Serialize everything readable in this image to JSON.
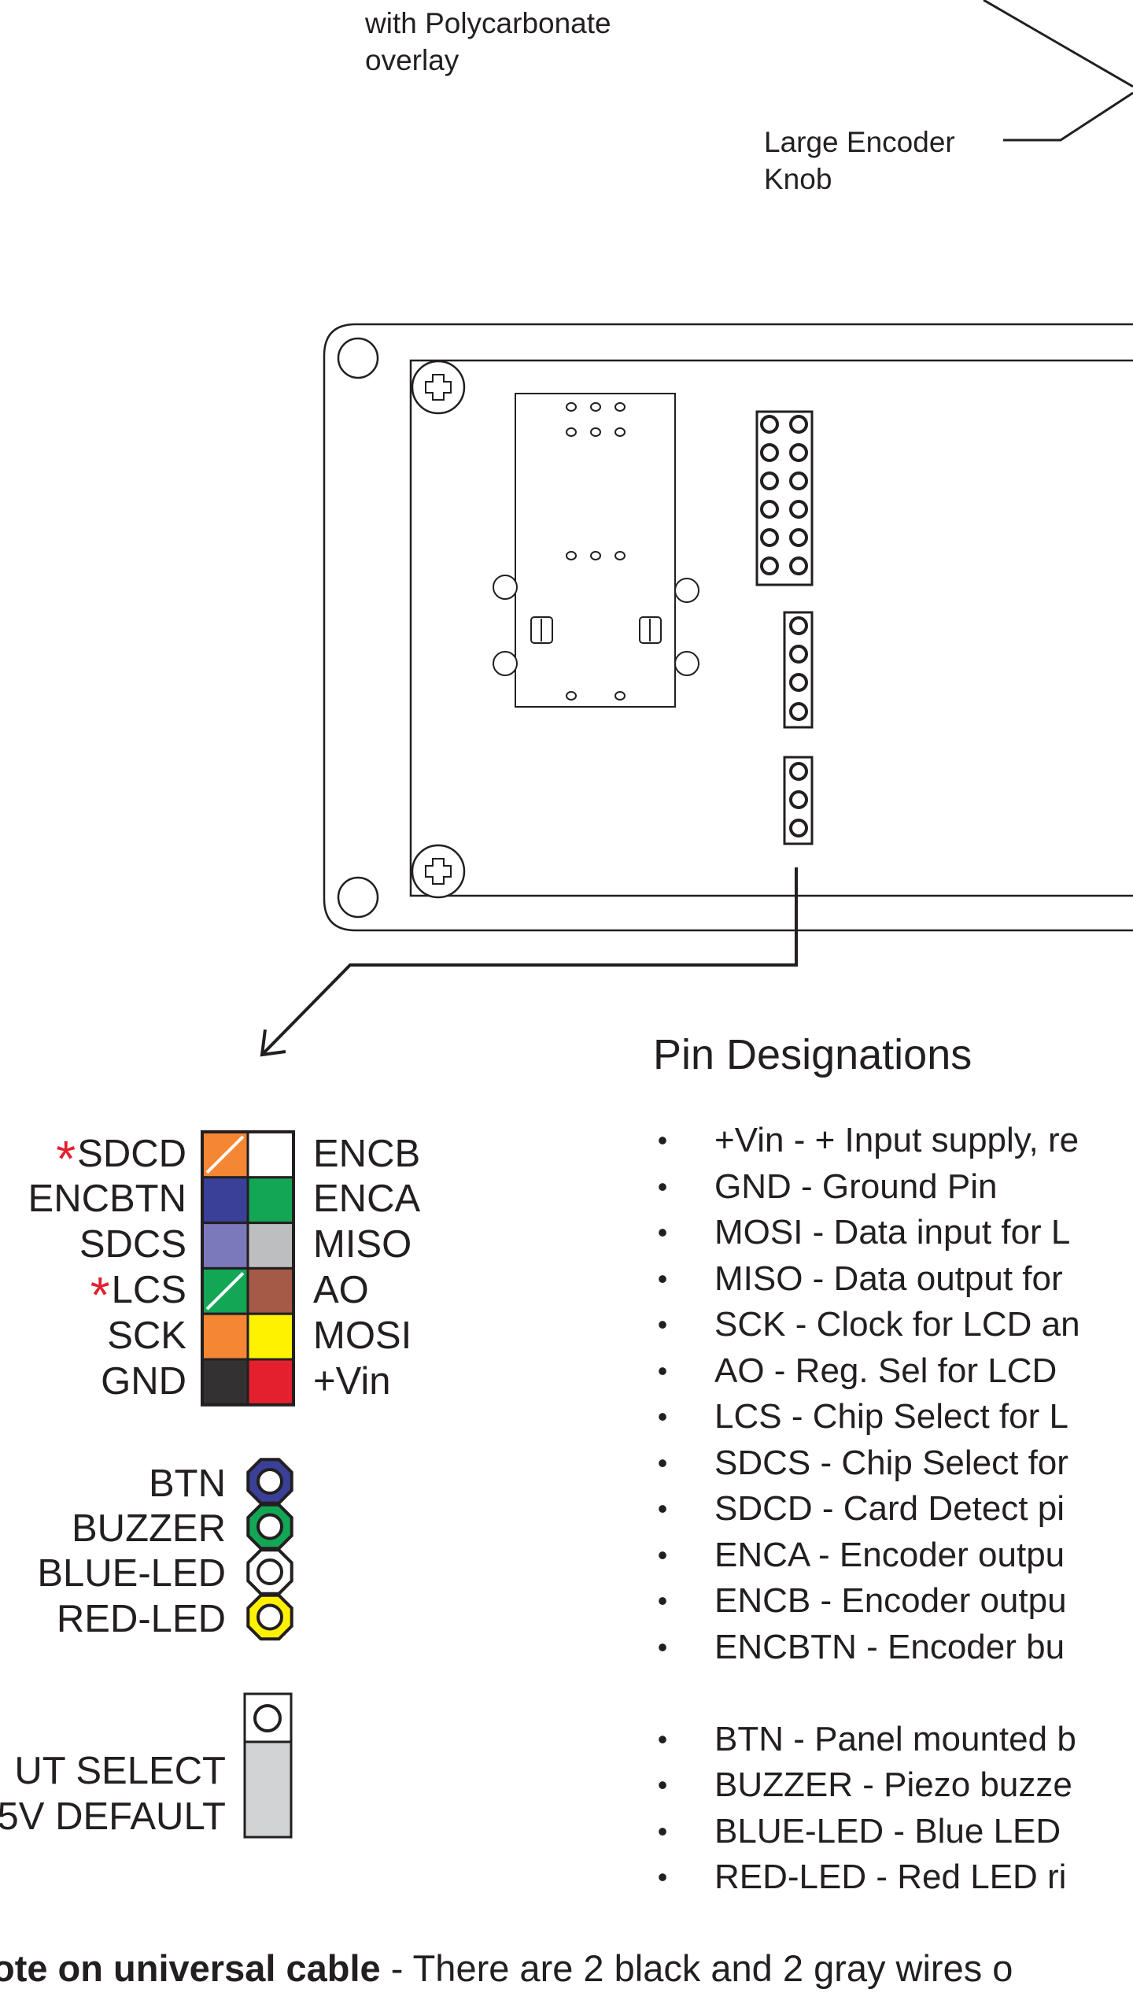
{
  "callouts": {
    "overlay_line1": "with Polycarbonate",
    "overlay_line2": "overlay",
    "knob_line1": "Large Encoder",
    "knob_line2": "Knob"
  },
  "header_pins": {
    "left": [
      "SDCD",
      "ENCBTN",
      "SDCS",
      "LCS",
      "SCK",
      "GND"
    ],
    "right": [
      "ENCB",
      "ENCA",
      "MISO",
      "AO",
      "MOSI",
      "+Vin"
    ],
    "starred": [
      "SDCD",
      "LCS"
    ],
    "star_symbol": "*",
    "colors": {
      "left": [
        "#f58634",
        "#3a3f97",
        "#7b78bb",
        "#13a655",
        "#f58634",
        "#333132"
      ],
      "right": [
        "#ffffff",
        "#13a655",
        "#bcbec0",
        "#a45a46",
        "#fff200",
        "#e5202e"
      ]
    }
  },
  "aux_pins": {
    "labels": [
      "BTN",
      "BUZZER",
      "BLUE-LED",
      "RED-LED"
    ],
    "colors": [
      "#3a3f97",
      "#13a655",
      "#ffffff",
      "#fff200"
    ]
  },
  "jumper": {
    "line1": "UT SELECT",
    "line2": "5V DEFAULT"
  },
  "pin_designations": {
    "heading": "Pin Designations",
    "group1": [
      "+Vin - + Input supply, re",
      "GND - Ground Pin",
      "MOSI - Data input for L",
      "MISO - Data output for",
      "SCK - Clock for LCD an",
      "AO - Reg. Sel for LCD",
      "LCS - Chip Select for L",
      "SDCS - Chip Select for",
      "SDCD - Card Detect pi",
      "ENCA - Encoder outpu",
      "ENCB - Encoder outpu",
      "ENCBTN - Encoder bu"
    ],
    "group2": [
      "BTN - Panel mounted b",
      "BUZZER - Piezo buzze",
      "BLUE-LED - Blue LED",
      "RED-LED - Red LED ri"
    ],
    "bullet": "•"
  },
  "note": {
    "bold": "ote on universal cable",
    "rest": " - There are 2 black and 2 gray wires o"
  }
}
